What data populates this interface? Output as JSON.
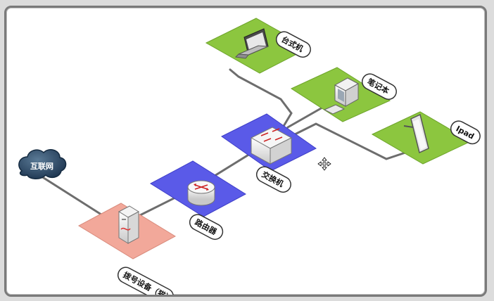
{
  "nodes": {
    "internet": {
      "label": "互联网"
    },
    "modem": {
      "label": "拨号设备（猫）"
    },
    "router": {
      "label": "路由器"
    },
    "switch": {
      "label": "交换机"
    },
    "desktop": {
      "label": "台式机"
    },
    "laptop": {
      "label": "笔记本"
    },
    "ipad": {
      "label": "Ipad"
    }
  },
  "colors": {
    "platform_blue": "#5a5ae8",
    "platform_green": "#8cc63f",
    "platform_red": "#f2a89a",
    "cable": "#6d6d6d",
    "cloud": "#2d4a66"
  }
}
